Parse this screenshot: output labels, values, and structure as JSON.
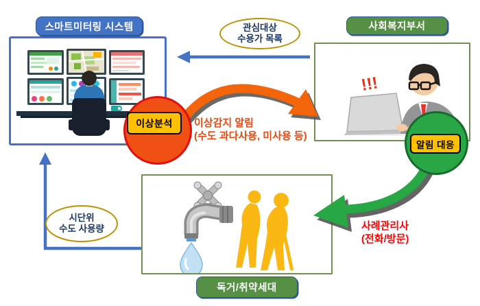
{
  "diagram": {
    "smart_metering": {
      "title": "스마트미터링 시스템"
    },
    "welfare_dept": {
      "title": "사회복지부서",
      "exclamation": "!!!"
    },
    "household": {
      "title": "독거/취약세대"
    },
    "badge_anomaly_analysis": "이상분석",
    "badge_alert_response": "알림 대응",
    "label_customer_list": {
      "line1": "관심대상",
      "line2": "수용가 목록"
    },
    "label_hourly_usage": {
      "line1": "시단위",
      "line2": "수도 사용량"
    },
    "label_anomaly_alert": {
      "line1": "이상감지 알림",
      "line2": "(수도 과다사용, 미사용 등)"
    },
    "label_case_manager": {
      "line1": "사례관리사",
      "line2": "(전화/방문)"
    },
    "colors": {
      "box_blue": "#4472C4",
      "box_green_border": "#6E9150",
      "title_green": "#569044",
      "circle_red": "#F05014",
      "circle_green": "#2BA646",
      "badge_yellow": "#FFC000",
      "arrow_orange": "#F4640A",
      "arrow_green": "#27A844",
      "arrow_blue": "#4472C4",
      "oval_border_gold": "#BF9000",
      "oval_text_navy": "#1F3864",
      "alert_text_orange": "#E8490F",
      "case_text_red": "#FF0000",
      "elderly_yellow": "#FBB815"
    }
  }
}
